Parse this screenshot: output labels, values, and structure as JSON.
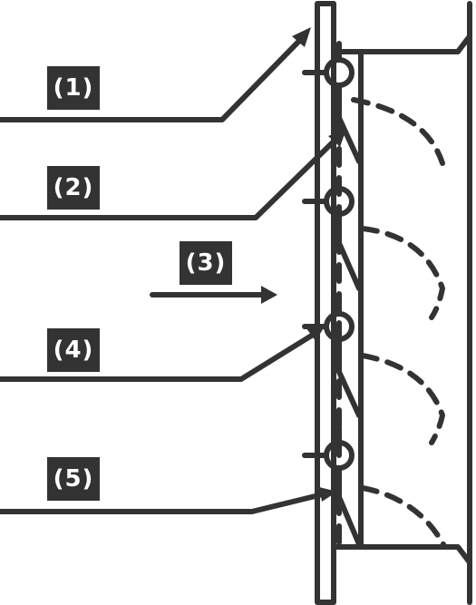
{
  "diagram": {
    "labels": [
      {
        "id": "1",
        "text": "(1)"
      },
      {
        "id": "2",
        "text": "(2)"
      },
      {
        "id": "3",
        "text": "(3)"
      },
      {
        "id": "4",
        "text": "(4)"
      },
      {
        "id": "5",
        "text": "(5)"
      }
    ],
    "colors": {
      "line": "#333333",
      "label_bg": "#333333",
      "label_text": "#ffffff",
      "background": "#ffffff"
    },
    "blade_count": 4
  }
}
